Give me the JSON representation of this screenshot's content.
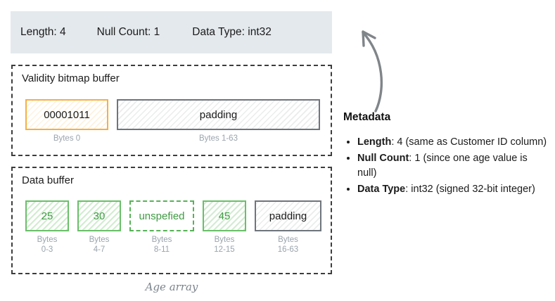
{
  "header": {
    "chips": [
      "Length: 4",
      "Null Count: 1",
      "Data Type: int32"
    ]
  },
  "validity_buffer": {
    "title": "Validity bitmap buffer",
    "cells": [
      {
        "value": "00001011",
        "label": "Bytes 0",
        "style": "orange"
      },
      {
        "value": "padding",
        "label": "Bytes 1-63",
        "style": "gray"
      }
    ]
  },
  "data_buffer": {
    "title": "Data buffer",
    "cells": [
      {
        "value": "25",
        "label": "Bytes\n0-3",
        "style": "green"
      },
      {
        "value": "30",
        "label": "Bytes\n4-7",
        "style": "green"
      },
      {
        "value": "unspefied",
        "label": "Bytes\n8-11",
        "style": "green-dashed"
      },
      {
        "value": "45",
        "label": "Bytes\n12-15",
        "style": "green"
      },
      {
        "value": "padding",
        "label": "Bytes\n16-63",
        "style": "gray"
      }
    ]
  },
  "caption": "Age array",
  "arrow": {
    "name": "curved-arrow-pointing-to-metadata-bar",
    "color": "#808589"
  },
  "metadata_panel": {
    "heading": "Metadata",
    "items": [
      {
        "label": "Length",
        "text": ": 4 (same as Customer ID column)"
      },
      {
        "label": "Null Count",
        "text": ": 1 (since one age value is null)"
      },
      {
        "label": "Data Type",
        "text": ": int32 (signed 32-bit integer)"
      }
    ]
  },
  "colors": {
    "header_bg": "#e4e9ed",
    "orange_border": "#f5b041",
    "green_border": "#6abf69",
    "green_text": "#3f9c42",
    "gray_border": "#6e757c",
    "label_gray": "#9aa4ad",
    "dashed_container": "#3d3d3d"
  }
}
